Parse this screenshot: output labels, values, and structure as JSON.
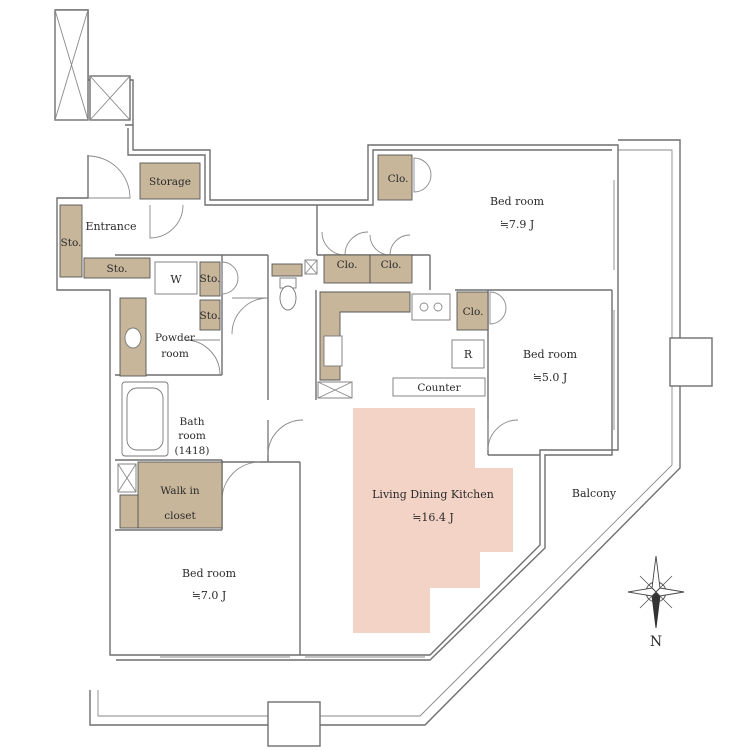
{
  "colors": {
    "storage": "#c8b69b",
    "ldk": "#f3d3c6",
    "wall": "#6f6f6f"
  },
  "rooms": {
    "bedroom1": {
      "name": "Bed room",
      "size": "≒7.9 J"
    },
    "bedroom2": {
      "name": "Bed room",
      "size": "≒5.0 J"
    },
    "bedroom3": {
      "name": "Bed room",
      "size": "≒7.0 J"
    },
    "ldk": {
      "name": "Living Dining Kitchen",
      "size": "≒16.4 J"
    },
    "entrance": "Entrance",
    "powder_line1": "Powder",
    "powder_line2": "room",
    "bath_line1": "Bath",
    "bath_line2": "room",
    "bath_size": "(1418)",
    "balcony": "Balcony"
  },
  "storage_labels": {
    "storage": "Storage",
    "sto": "Sto.",
    "clo": "Clo.",
    "walkin_line1": "Walk in",
    "walkin_line2": "closet"
  },
  "fixtures": {
    "washer": "W",
    "refrigerator": "R",
    "counter": "Counter"
  },
  "compass": {
    "north": "N"
  }
}
